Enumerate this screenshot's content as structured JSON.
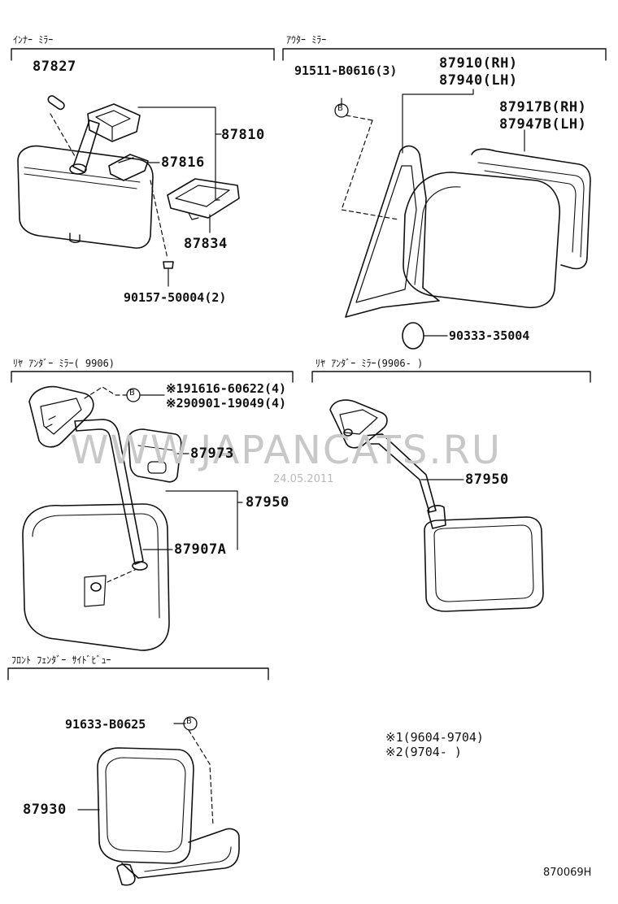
{
  "sections": {
    "inner_mirror": "ｲﾝﾅｰ ﾐﾗｰ",
    "outer_mirror": "ｱｳﾀｰ ﾐﾗｰ",
    "rear_under_mirror_old": "ﾘﾔ ｱﾝﾀﾞｰ ﾐﾗｰ(      9906)",
    "rear_under_mirror_new": "ﾘﾔ ｱﾝﾀﾞｰ ﾐﾗｰ(9906-      )",
    "front_fender_side_view": "ﾌﾛﾝﾄ ﾌｪﾝﾀﾞｰ ｻｲﾄﾞﾋﾞｭｰ"
  },
  "parts": {
    "p87827": "87827",
    "p87810": "87810",
    "p87816": "87816",
    "p87834": "87834",
    "p90157": "90157-50004(2)",
    "p91511": "91511-B0616(3)",
    "p87910": "87910(RH)",
    "p87940": "87940(LH)",
    "p87917b": "87917B(RH)",
    "p87947b": "87947B(LH)",
    "p90333": "90333-35004",
    "p91616": "※191616-60622(4)",
    "p90901": "※290901-19049(4)",
    "p87973": "87973",
    "p87950a": "87950",
    "p87907a": "87907A",
    "p87950b": "87950",
    "p91633": "91633-B0625",
    "p87930": "87930"
  },
  "notes": {
    "n1": "※1(9604-9704)",
    "n2": "※2(9704-      )"
  },
  "marker_letter": "B",
  "watermark": "WWW.JAPANCATS.RU",
  "watermark_date": "24.05.2011",
  "diagram_code": "870069H"
}
